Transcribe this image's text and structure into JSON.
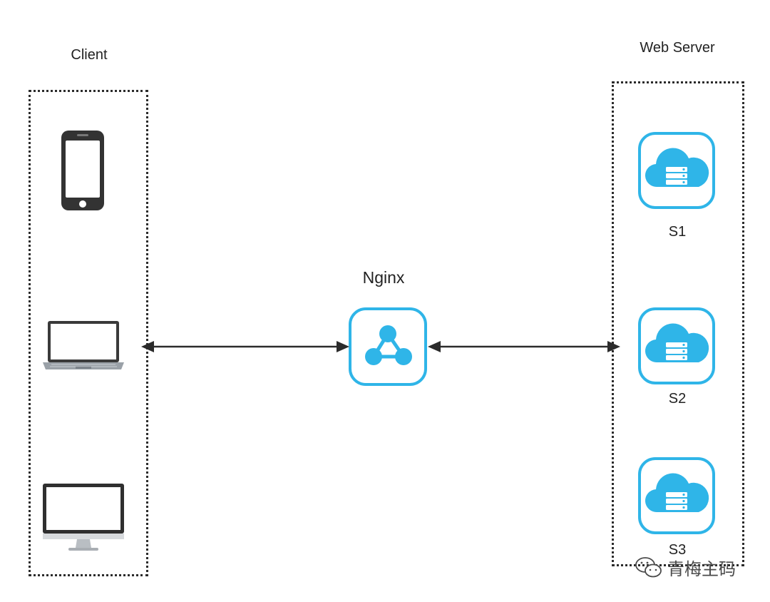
{
  "client": {
    "title": "Client"
  },
  "web_server": {
    "title": "Web Server",
    "servers": [
      {
        "label": "S1"
      },
      {
        "label": "S2"
      },
      {
        "label": "S3"
      }
    ]
  },
  "proxy": {
    "label": "Nginx"
  },
  "watermark": {
    "text": "青梅主码"
  },
  "colors": {
    "accent": "#2fb5e8",
    "line": "#2b2b2b",
    "device_dark": "#333333"
  },
  "icons": {
    "clients": [
      "smartphone-icon",
      "laptop-icon",
      "desktop-monitor-icon"
    ],
    "proxy": "network-share-icon",
    "server": "cloud-server-icon"
  }
}
